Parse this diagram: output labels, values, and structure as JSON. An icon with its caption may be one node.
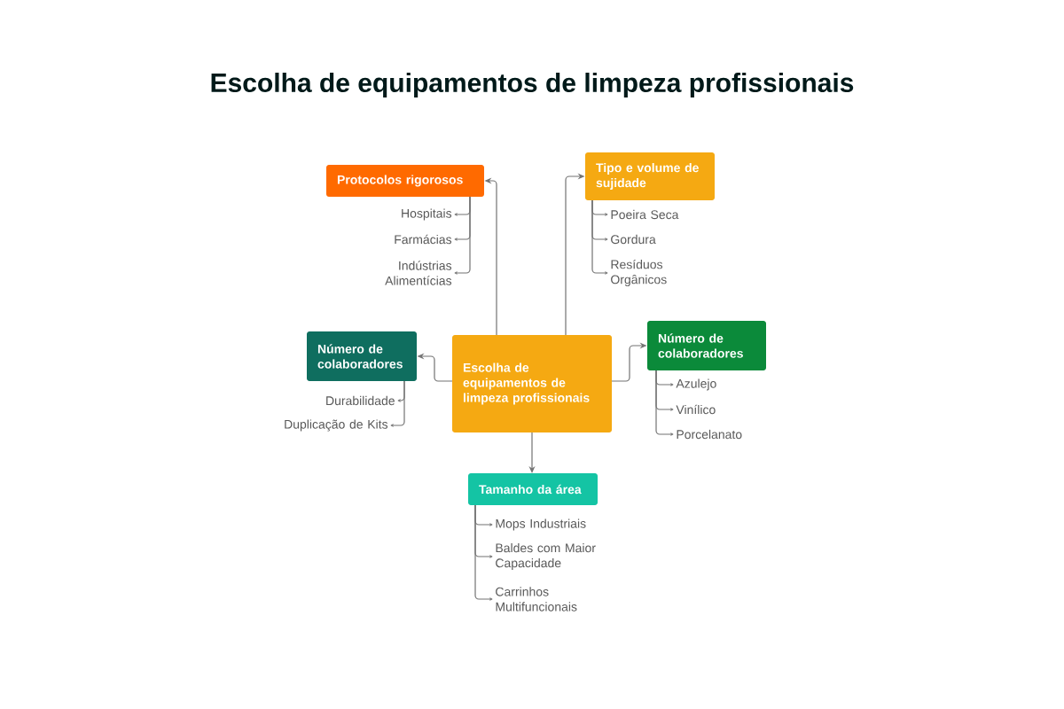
{
  "diagram": {
    "title": "Escolha de equipamentos de limpeza profissionais",
    "nodes": [
      {
        "text": [
          "Escolha de equipamentos de limpeza profissionais"
        ]
      },
      {
        "text": [
          "Protocolos rigorosos"
        ]
      },
      {
        "text": [
          "Hospitais"
        ]
      },
      {
        "text": [
          "Farmácias"
        ]
      },
      {
        "text": [
          "Indústrias Alimentícias"
        ]
      },
      {
        "text": [
          "Tipo e volume de sujidade"
        ]
      },
      {
        "text": [
          "Poeira Seca"
        ]
      },
      {
        "text": [
          "Gordura"
        ]
      },
      {
        "text": [
          "Resíduos Orgânicos"
        ]
      },
      {
        "text": [
          "Número de colaboradores"
        ]
      },
      {
        "text": [
          "Durabilidade"
        ]
      },
      {
        "text": [
          "Duplicação de Kits"
        ]
      },
      {
        "text": [
          "Número de colaboradores"
        ]
      },
      {
        "text": [
          "Azulejo"
        ]
      },
      {
        "text": [
          "Vinílico"
        ]
      },
      {
        "text": [
          "Porcelanato"
        ]
      },
      {
        "text": [
          "Tamanho da área"
        ]
      },
      {
        "text": [
          "Mops Industriais"
        ]
      },
      {
        "text": [
          "Baldes com Maior Capacidade"
        ]
      },
      {
        "text": [
          "Carrinhos Multifuncionais"
        ]
      }
    ],
    "edges": [
      {
        "from": 0,
        "to": 1,
        "arrow": "to"
      },
      {
        "from": 1,
        "to": 2,
        "arrow": "to"
      },
      {
        "from": 1,
        "to": 3,
        "arrow": "to"
      },
      {
        "from": 1,
        "to": 4,
        "arrow": "to"
      },
      {
        "from": 0,
        "to": 5,
        "arrow": "to"
      },
      {
        "from": 5,
        "to": 6,
        "arrow": "to"
      },
      {
        "from": 5,
        "to": 7,
        "arrow": "to"
      },
      {
        "from": 5,
        "to": 8,
        "arrow": "to"
      },
      {
        "from": 0,
        "to": 9,
        "arrow": "to"
      },
      {
        "from": 9,
        "to": 10,
        "arrow": "to"
      },
      {
        "from": 9,
        "to": 11,
        "arrow": "to"
      },
      {
        "from": 0,
        "to": 12,
        "arrow": "to"
      },
      {
        "from": 12,
        "to": 13,
        "arrow": "to"
      },
      {
        "from": 12,
        "to": 14,
        "arrow": "to"
      },
      {
        "from": 12,
        "to": 15,
        "arrow": "to"
      },
      {
        "from": 0,
        "to": 16,
        "arrow": "to"
      },
      {
        "from": 16,
        "to": 17,
        "arrow": "to"
      },
      {
        "from": 16,
        "to": 18,
        "arrow": "to"
      },
      {
        "from": 16,
        "to": 19,
        "arrow": "to"
      }
    ]
  }
}
